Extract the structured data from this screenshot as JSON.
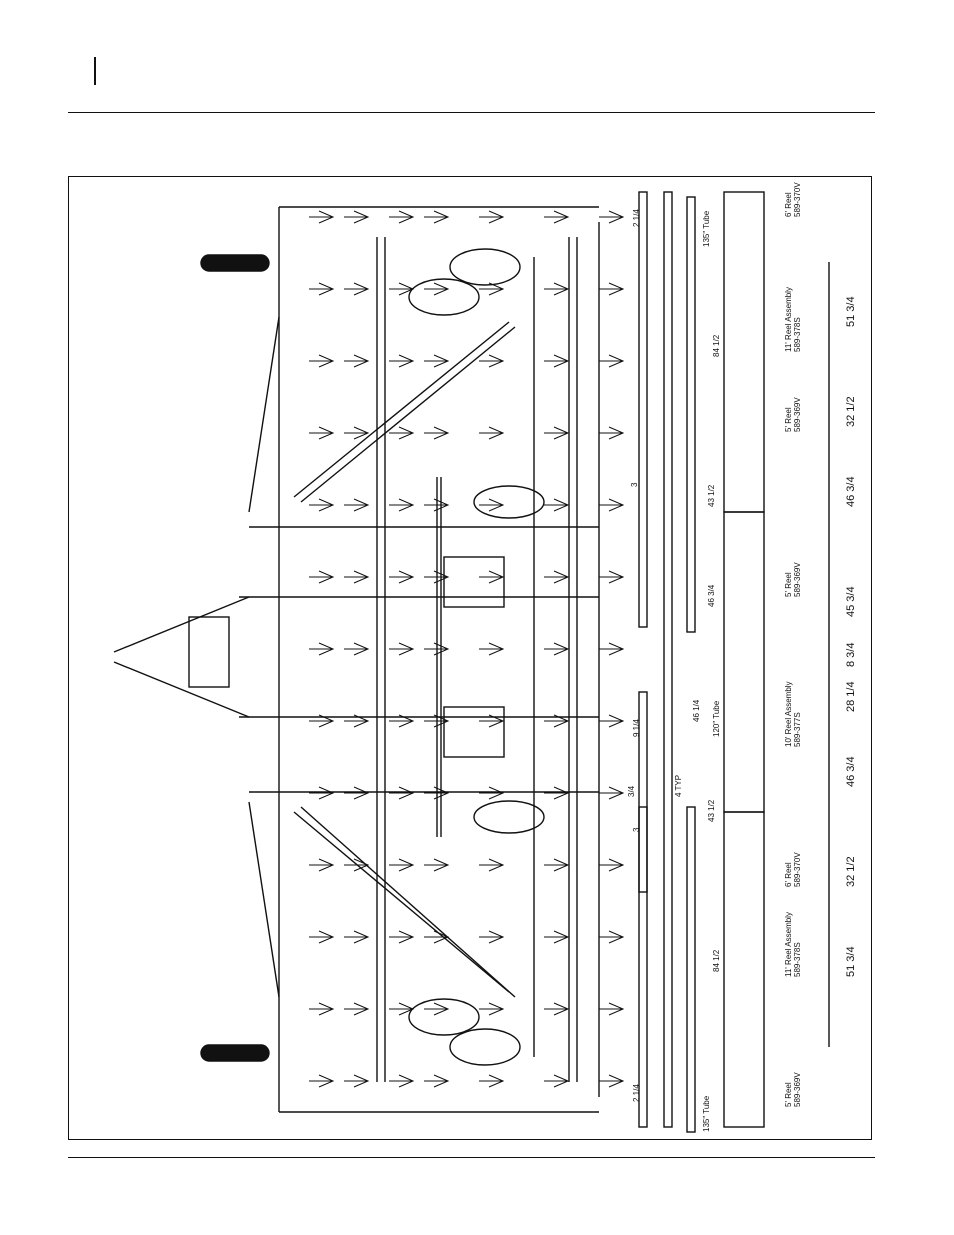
{
  "drawing": {
    "reels": [
      {
        "name": "6' Reel",
        "part": "589-370V"
      },
      {
        "name": "11' Reel Assembly",
        "part": "589-378S"
      },
      {
        "name": "5' Reel",
        "part": "589-369V"
      },
      {
        "name": "5' Reel",
        "part": "589-369V"
      },
      {
        "name": "10' Reel Assembly",
        "part": "589-377S"
      },
      {
        "name": "6' Reel",
        "part": "589-370V"
      },
      {
        "name": "11' Reel Assembly",
        "part": "589-378S"
      },
      {
        "name": "5' Reel",
        "part": "589-369V"
      }
    ],
    "tubes": {
      "top": "135\" Tube",
      "center": "120\" Tube",
      "bottom": "135\" Tube"
    },
    "spacings": [
      "51 3/4",
      "32 1/2",
      "46 3/4",
      "45 3/4",
      "8 3/4",
      "28 1/4",
      "46 3/4",
      "32 1/2",
      "51 3/4"
    ],
    "inner_dims": [
      "2 1/4",
      "84 1/2",
      "3",
      "43 1/2",
      "46 3/4",
      "46 1/4",
      "9 1/4",
      "3/4",
      "4 TYP",
      "43 1/2",
      "3",
      "84 1/2",
      "2 1/4"
    ]
  }
}
